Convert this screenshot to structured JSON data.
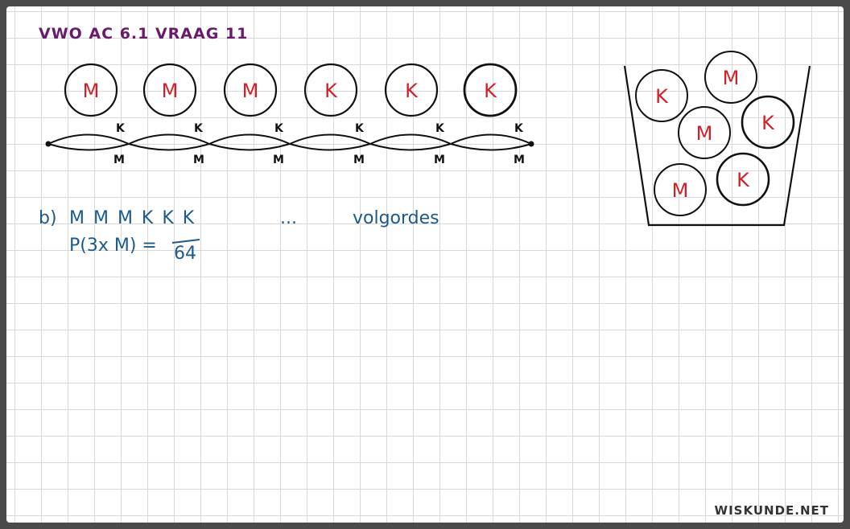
{
  "title": "VWO AC 6.1 VRAAG 11",
  "sequence_balls": [
    {
      "letter": "M"
    },
    {
      "letter": "M"
    },
    {
      "letter": "M"
    },
    {
      "letter": "K"
    },
    {
      "letter": "K"
    },
    {
      "letter": "K"
    }
  ],
  "tree_labels": {
    "upper": "K",
    "lower": "M"
  },
  "vase_balls": [
    {
      "letter": "K"
    },
    {
      "letter": "M"
    },
    {
      "letter": "M"
    },
    {
      "letter": "K"
    },
    {
      "letter": "M"
    },
    {
      "letter": "K"
    }
  ],
  "answer": {
    "part_label": "b)",
    "sequence": "M M M K K K",
    "ellipsis": "...",
    "word": "volgordes",
    "probability_label": "P(3x M) =",
    "denominator": "64"
  },
  "brand": "WISKUNDE.NET",
  "colors": {
    "title": "#6a1a6a",
    "ball_letter": "#d0202a",
    "answer": "#1c5a8a",
    "ink": "#111111"
  }
}
